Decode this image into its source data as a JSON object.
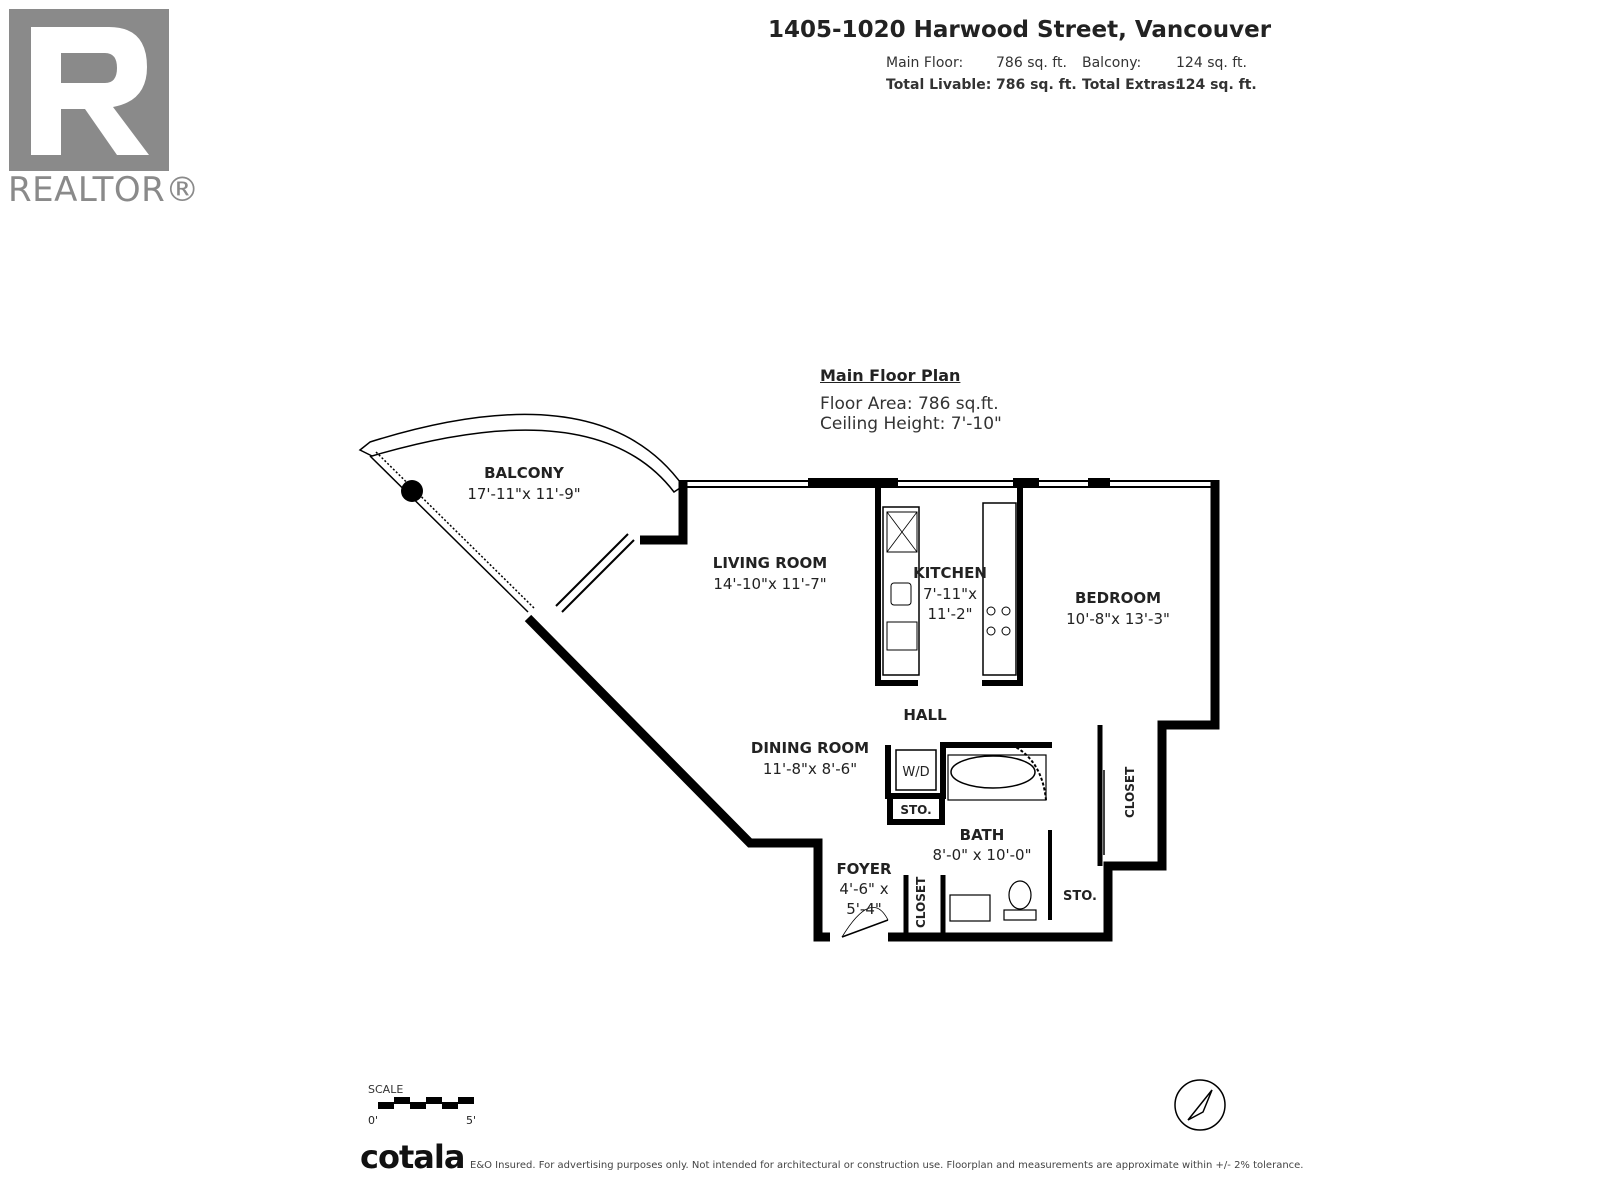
{
  "header": {
    "address": "1405-1020 Harwood Street, Vancouver",
    "main_floor_label": "Main Floor:",
    "main_floor_value": "786",
    "unit": "sq. ft.",
    "balcony_label": "Balcony:",
    "balcony_value": "124",
    "total_livable_label": "Total Livable:",
    "total_livable_value": "786 sq. ft.",
    "total_extras_label": "Total Extras:",
    "total_extras_value": "124 sq. ft."
  },
  "logo": {
    "text": "REALTOR®"
  },
  "plan": {
    "title": "Main Floor Plan",
    "floor_area": "Floor Area: 786 sq.ft.",
    "ceiling_height": "Ceiling Height: 7'-10\""
  },
  "rooms": {
    "balcony": {
      "name": "BALCONY",
      "dim": "17'-11\"x 11'-9\""
    },
    "living": {
      "name": "LIVING ROOM",
      "dim": "14'-10\"x 11'-7\""
    },
    "kitchen": {
      "name": "KITCHEN",
      "dim1": "7'-11\"x",
      "dim2": "11'-2\""
    },
    "bedroom": {
      "name": "BEDROOM",
      "dim": "10'-8\"x 13'-3\""
    },
    "hall": {
      "name": "HALL"
    },
    "dining": {
      "name": "DINING ROOM",
      "dim": "11'-8\"x  8'-6\""
    },
    "wd": {
      "name": "W/D"
    },
    "sto1": {
      "name": "STO."
    },
    "bath": {
      "name": "BATH",
      "dim": "8'-0\" x 10'-0\""
    },
    "foyer": {
      "name": "FOYER",
      "dim1": "4'-6\" x",
      "dim2": "5'-4\""
    },
    "closet1": {
      "name": "CLOSET"
    },
    "closet2": {
      "name": "CLOSET"
    },
    "sto2": {
      "name": "STO."
    }
  },
  "scale": {
    "label": "SCALE",
    "start": "0'",
    "end": "5'"
  },
  "footer": {
    "brand": "cotala",
    "note": "E&O Insured. For advertising purposes only. Not intended for architectural or construction use. Floorplan and measurements are approximate within +/- 2% tolerance."
  },
  "colors": {
    "wall": "#000000",
    "logo_grey": "#8a8a8a",
    "text": "#222222"
  },
  "icons": {
    "compass": "compass-icon",
    "logo": "realtor-logo-icon"
  }
}
